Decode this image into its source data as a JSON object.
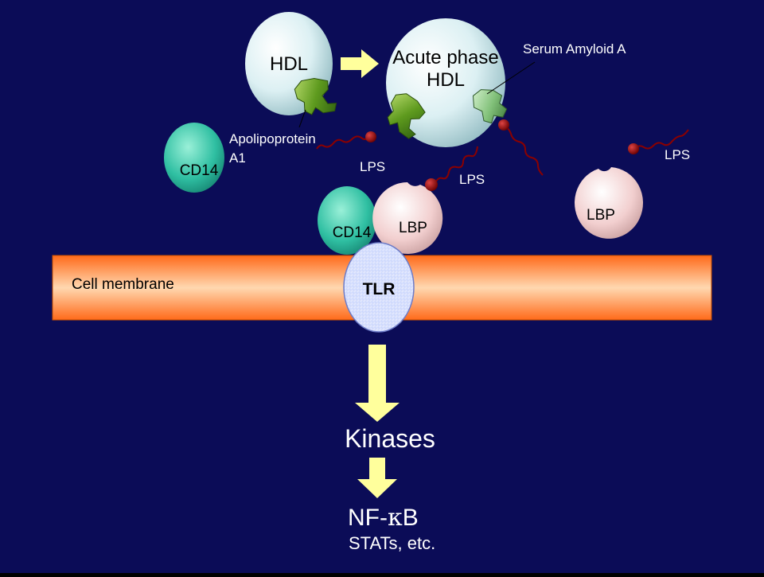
{
  "labels": {
    "hdl": "HDL",
    "acute_phase_line1": "Acute phase",
    "acute_phase_line2": "HDL",
    "serum_amyloid_a": "Serum Amyloid A",
    "apolipoprotein_line1": "Apolipoprotein",
    "apolipoprotein_line2": "A1",
    "cd14": "CD14",
    "lps": "LPS",
    "lbp": "LBP",
    "cell_membrane": "Cell membrane",
    "tlr": "TLR",
    "kinases": "Kinases",
    "nfkb_prefix": "NF-",
    "nfkb_kappa": "κ",
    "nfkb_suffix": "B",
    "stats": "STATs, etc."
  },
  "colors": {
    "background": "#0b0c57",
    "membrane_top": "#ff6a1a",
    "membrane_mid": "#ffd8b0",
    "membrane_bottom": "#ff6a1a",
    "hdl_fill": "#dff2f5",
    "cd14_fill": "#1fb39a",
    "lbp_fill": "#f3d1d1",
    "lps_color": "#8b0000",
    "apolipoprotein_fill": "#5a8f1c",
    "saa_fill": "#86c47c",
    "tlr_fill": "#e6e6ff",
    "arrow_fill": "#ffff9c",
    "text_white": "#ffffff",
    "text_dark": "#000000"
  }
}
